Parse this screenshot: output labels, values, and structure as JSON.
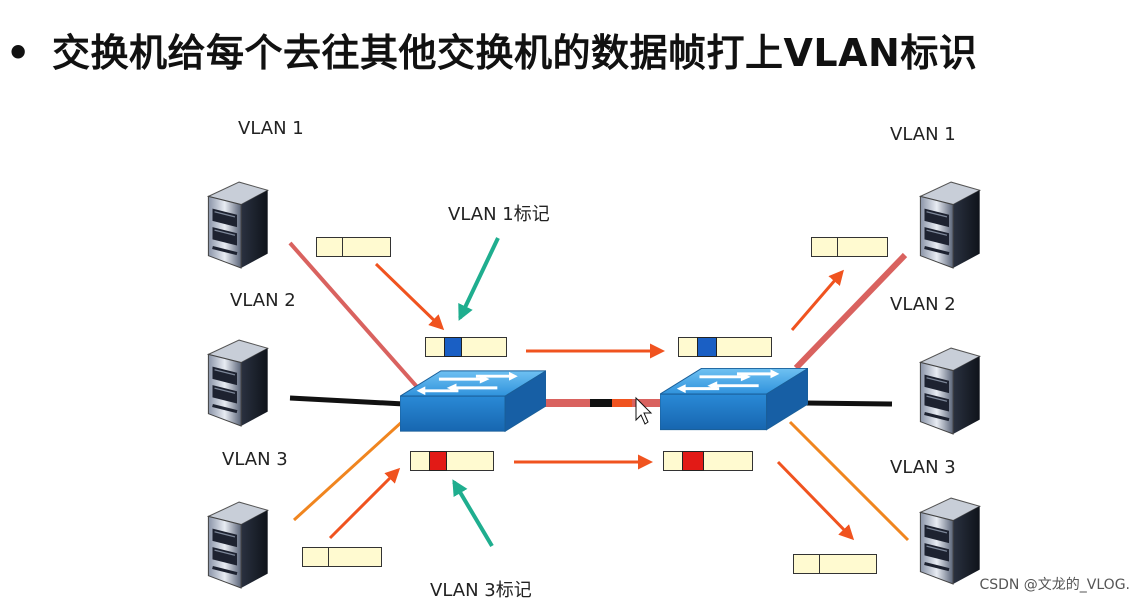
{
  "title": {
    "bullet": "•",
    "text": "交换机给每个去往其他交换机的数据帧打上VLAN标识"
  },
  "labels": {
    "left_vlan1": "VLAN 1",
    "left_vlan2": "VLAN 2",
    "left_vlan3": "VLAN 3",
    "right_vlan1": "VLAN 1",
    "right_vlan2": "VLAN 2",
    "right_vlan3": "VLAN 3",
    "vlan1_tag": "VLAN 1标记",
    "vlan3_tag": "VLAN 3标记"
  },
  "colors": {
    "vlan1_link": "#d9625f",
    "vlan2_link": "#111111",
    "vlan3_link": "#f0851f",
    "arrow": "#f0531f",
    "pointer": "#1fae8f",
    "vlan1_tag": "#1a5fc4",
    "vlan3_tag": "#e21a16",
    "frame": "#fffad0",
    "switch": "#2e8fd8"
  },
  "icons": [
    "server-icon",
    "switch-icon",
    "cursor-icon"
  ],
  "watermark": "CSDN @文龙的_VLOG."
}
